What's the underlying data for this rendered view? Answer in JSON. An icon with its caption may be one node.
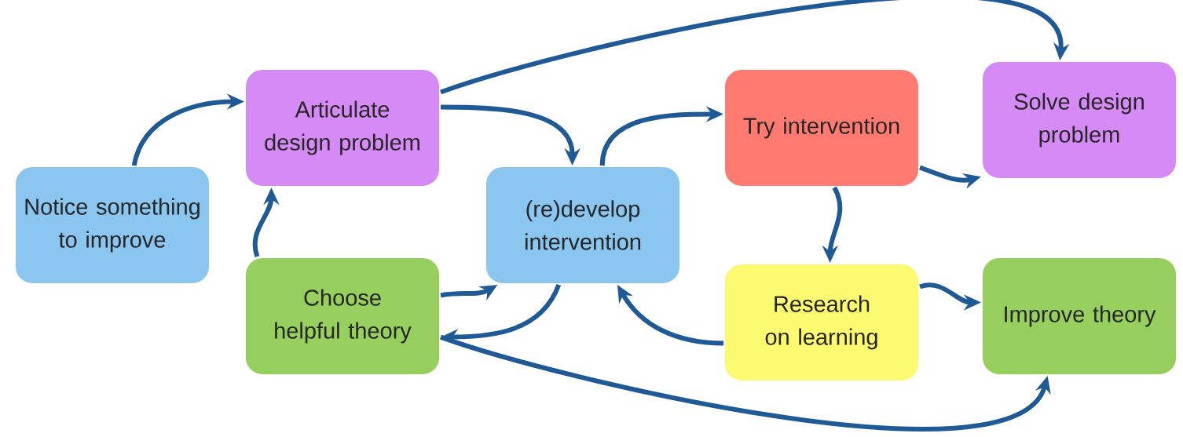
{
  "diagram": {
    "nodes": [
      {
        "text": [
          "Notice something to improve"
        ]
      },
      {
        "text": [
          "Articulate design problem"
        ]
      },
      {
        "text": [
          "Choose helpful theory"
        ]
      },
      {
        "text": [
          "(re)develop intervention"
        ]
      },
      {
        "text": [
          "Try intervention"
        ]
      },
      {
        "text": [
          "Solve design problem"
        ]
      },
      {
        "text": [
          "Research on learning"
        ]
      },
      {
        "text": [
          "Improve theory"
        ]
      }
    ],
    "edges": [
      {
        "from": 0,
        "to": 1,
        "arrow": "to"
      },
      {
        "from": 2,
        "to": 1,
        "arrow": "to"
      },
      {
        "from": 1,
        "to": 3,
        "arrow": "to"
      },
      {
        "from": 1,
        "to": 5,
        "arrow": "to"
      },
      {
        "from": 2,
        "to": 3,
        "arrow": "to"
      },
      {
        "from": 3,
        "to": 2,
        "arrow": "to"
      },
      {
        "from": 3,
        "to": 4,
        "arrow": "to"
      },
      {
        "from": 4,
        "to": 5,
        "arrow": "to"
      },
      {
        "from": 4,
        "to": 6,
        "arrow": "to"
      },
      {
        "from": 6,
        "to": 3,
        "arrow": "to"
      },
      {
        "from": 6,
        "to": 7,
        "arrow": "to"
      },
      {
        "from": 2,
        "to": 7,
        "arrow": "to"
      }
    ]
  }
}
